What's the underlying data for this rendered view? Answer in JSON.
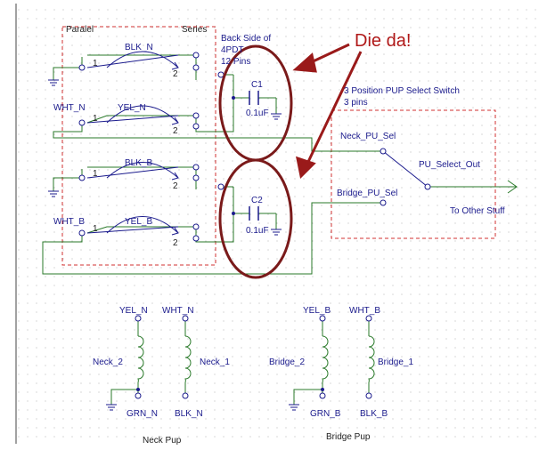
{
  "labels": {
    "paralel": "Paralel",
    "series": "Series",
    "back_side_1": "Back Side of",
    "back_side_2": "4PDT",
    "back_side_3": "12 Pins",
    "c1": "C1",
    "c1_val": "0.1uF",
    "c2": "C2",
    "c2_val": "0.1uF",
    "annotation": "Die da!",
    "sel3_1": "3 Position PUP Select Switch",
    "sel3_2": "3 pins",
    "neck_pu_sel": "Neck_PU_Sel",
    "pu_select_out": "PU_Select_Out",
    "bridge_pu_sel": "Bridge_PU_Sel",
    "to_other_stuff": "To Other Stuff",
    "blk_n": "BLK_N",
    "wht_n": "WHT_N",
    "yel_n": "YEL_N",
    "blk_b": "BLK_B",
    "wht_b": "WHT_B",
    "yel_b": "YEL_B",
    "pin1": "1",
    "pin2": "2",
    "yel_n_b": "YEL_N",
    "wht_n_b": "WHT_N",
    "neck_2": "Neck_2",
    "neck_1": "Neck_1",
    "grn_n": "GRN_N",
    "blk_n_b": "BLK_N",
    "neck_pup": "Neck Pup",
    "yel_b_b": "YEL_B",
    "wht_b_b": "WHT_B",
    "bridge_2": "Bridge_2",
    "bridge_1": "Bridge_1",
    "grn_b": "GRN_B",
    "blk_b_b": "BLK_B",
    "bridge_pup": "Bridge Pup"
  },
  "colors": {
    "wire": "#2a7a2a",
    "dash": "#d03030",
    "ellipse": "#7a1a1a",
    "annotation": "#b01818",
    "label": "#1a1a8c",
    "grid": "#c8c8c8"
  }
}
